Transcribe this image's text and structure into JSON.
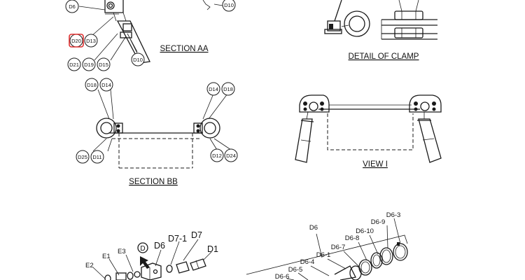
{
  "titles": {
    "section_aa": "SECTION AA",
    "detail_clamp": "DETAIL OF CLAMP",
    "section_bb": "SECTION BB",
    "view_i": "VIEW I"
  },
  "section_aa_callouts": [
    "D6",
    "D10",
    "D20",
    "D13",
    "D21",
    "D19",
    "D15",
    "D10"
  ],
  "section_bb_callouts": [
    "D18",
    "D14",
    "D14",
    "D18",
    "D25",
    "D11",
    "D12",
    "D24"
  ],
  "highlighted_callout": "D20",
  "highlight_color": "#e03030",
  "exploded_left_labels": [
    "E2",
    "E1",
    "E3",
    "D",
    "D6",
    "D7-1",
    "D7",
    "D1"
  ],
  "exploded_right_labels": [
    "D6",
    "D6-3",
    "D6-9",
    "D6-10",
    "D6-8",
    "D6-7",
    "D6-1",
    "D6-4",
    "D6-5",
    "D6-6"
  ]
}
